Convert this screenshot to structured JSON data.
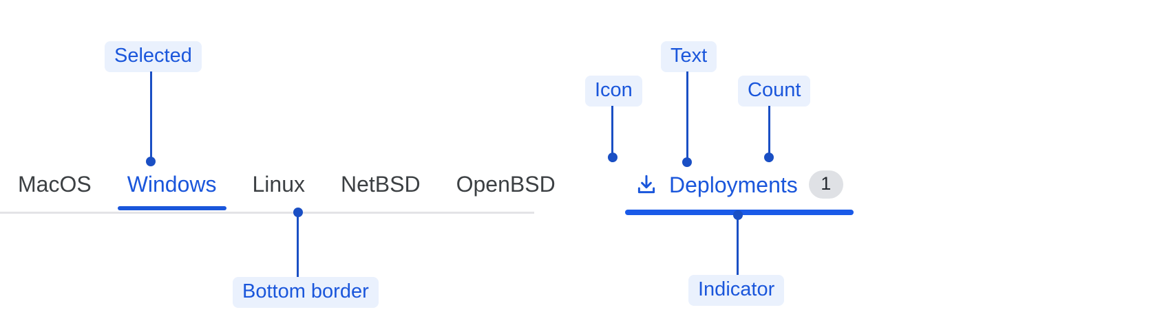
{
  "diagram": {
    "title": "Tabs anatomy annotation",
    "accent_color": "#1a56db",
    "indicator_color": "#1a5ae8",
    "callout_bg": "#eaf1fd",
    "callout_text_color": "#1a4fc4",
    "border_color": "#e3e3e6",
    "badge_bg": "#dfe1e5",
    "badge_text_color": "#24292f",
    "tab_text_color": "#3c4043"
  },
  "left_example": {
    "tabs": [
      {
        "label": "MacOS",
        "selected": false
      },
      {
        "label": "Windows",
        "selected": true
      },
      {
        "label": "Linux",
        "selected": false
      },
      {
        "label": "NetBSD",
        "selected": false
      },
      {
        "label": "OpenBSD",
        "selected": false
      }
    ],
    "callouts": [
      {
        "label": "Selected",
        "target": "selected-tab"
      },
      {
        "label": "Bottom border",
        "target": "tablist-bottom-border"
      }
    ]
  },
  "right_example": {
    "tab": {
      "icon": "download-icon",
      "label": "Deployments",
      "count": "1",
      "selected": true
    },
    "callouts": [
      {
        "label": "Icon",
        "target": "tab-icon"
      },
      {
        "label": "Text",
        "target": "tab-label"
      },
      {
        "label": "Count",
        "target": "count-badge"
      },
      {
        "label": "Indicator",
        "target": "selected-indicator"
      }
    ]
  }
}
